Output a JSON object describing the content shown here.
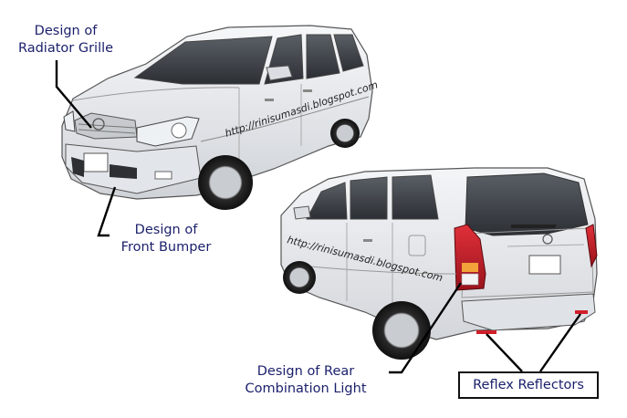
{
  "labels": {
    "radiator_grille": {
      "line1": "Design of",
      "line2": "Radiator Grille"
    },
    "front_bumper": {
      "line1": "Design of",
      "line2": "Front Bumper"
    },
    "rear_light": {
      "line1": "Design of Rear",
      "line2": "Combination Light"
    },
    "reflex_reflectors": "Reflex Reflectors"
  },
  "watermark": "http://rinisumasdi.blogspot.com",
  "colors": {
    "label_text": "#1a1f6b",
    "car_body": "#e9ebee",
    "window": "#3b3f45",
    "tail_light": "#c8202a"
  }
}
